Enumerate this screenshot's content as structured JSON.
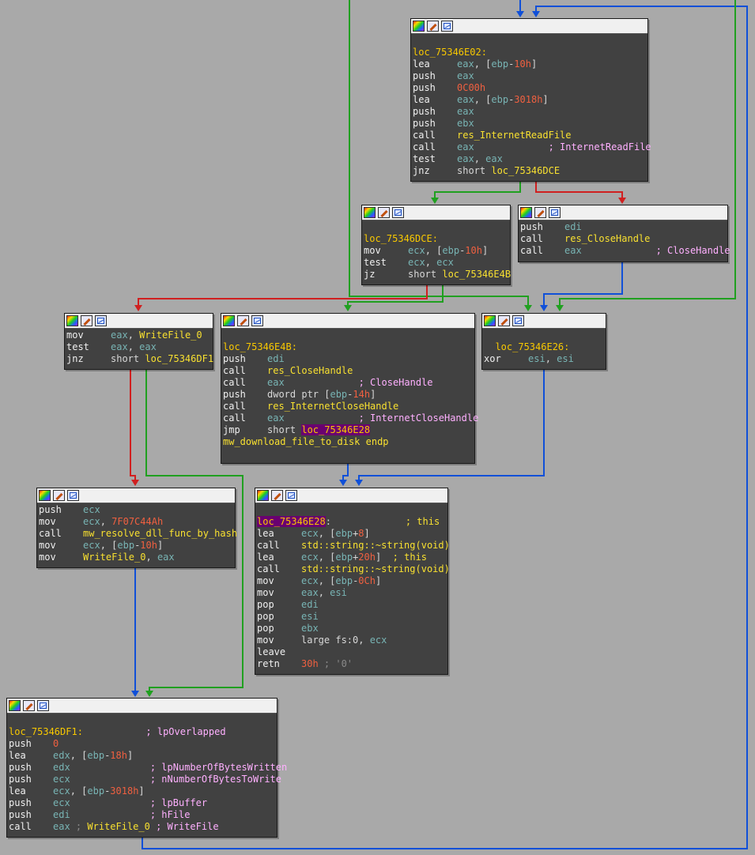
{
  "nodes": {
    "n1": {
      "lines": [
        {
          "t": ""
        },
        {
          "t": "loc_75346E02:",
          "k": "lbl"
        },
        {
          "m": "lea",
          "o": [
            [
              "eax",
              "reg"
            ],
            [
              ", [",
              ""
            ],
            [
              "ebp",
              "reg"
            ],
            [
              "-",
              ""
            ],
            [
              "10h",
              "num"
            ],
            [
              "]",
              ""
            ]
          ]
        },
        {
          "m": "push",
          "o": [
            [
              "eax",
              "reg"
            ]
          ]
        },
        {
          "m": "push",
          "o": [
            [
              "0C00h",
              "num"
            ]
          ]
        },
        {
          "m": "lea",
          "o": [
            [
              "eax",
              "reg"
            ],
            [
              ", [",
              ""
            ],
            [
              "ebp",
              "reg"
            ],
            [
              "-",
              ""
            ],
            [
              "3018h",
              "num"
            ],
            [
              "]",
              ""
            ]
          ]
        },
        {
          "m": "push",
          "o": [
            [
              "eax",
              "reg"
            ]
          ]
        },
        {
          "m": "push",
          "o": [
            [
              "ebx",
              "reg"
            ]
          ]
        },
        {
          "m": "call",
          "o": [
            [
              "res_InternetReadFile",
              "fn"
            ]
          ]
        },
        {
          "m": "call",
          "o": [
            [
              "eax",
              "reg"
            ],
            [
              "             ",
              ""
            ],
            [
              "; InternetReadFile",
              "cm"
            ]
          ]
        },
        {
          "m": "test",
          "o": [
            [
              "eax",
              "reg"
            ],
            [
              ", ",
              ""
            ],
            [
              "eax",
              "reg"
            ]
          ]
        },
        {
          "m": "jnz",
          "o": [
            [
              "short ",
              ""
            ],
            [
              "loc_75346DCE",
              "fn"
            ]
          ]
        }
      ]
    },
    "n2": {
      "lines": [
        {
          "t": ""
        },
        {
          "t": "loc_75346DCE:",
          "k": "lbl"
        },
        {
          "m": "mov",
          "o": [
            [
              "ecx",
              "reg"
            ],
            [
              ", [",
              ""
            ],
            [
              "ebp",
              "reg"
            ],
            [
              "-",
              ""
            ],
            [
              "10h",
              "num"
            ],
            [
              "]",
              ""
            ]
          ]
        },
        {
          "m": "test",
          "o": [
            [
              "ecx",
              "reg"
            ],
            [
              ", ",
              ""
            ],
            [
              "ecx",
              "reg"
            ]
          ]
        },
        {
          "m": "jz",
          "o": [
            [
              "short ",
              ""
            ],
            [
              "loc_75346E4B",
              "fn"
            ]
          ]
        }
      ]
    },
    "n3": {
      "lines": [
        {
          "m": "push",
          "o": [
            [
              "edi",
              "reg"
            ]
          ]
        },
        {
          "m": "call",
          "o": [
            [
              "res_CloseHandle",
              "fn"
            ]
          ]
        },
        {
          "m": "call",
          "o": [
            [
              "eax",
              "reg"
            ],
            [
              "             ",
              ""
            ],
            [
              "; CloseHandle",
              "cm"
            ]
          ]
        }
      ]
    },
    "n4": {
      "lines": [
        {
          "m": "mov",
          "o": [
            [
              "eax",
              "reg"
            ],
            [
              ", ",
              ""
            ],
            [
              "WriteFile_0",
              "fn"
            ]
          ]
        },
        {
          "m": "test",
          "o": [
            [
              "eax",
              "reg"
            ],
            [
              ", ",
              ""
            ],
            [
              "eax",
              "reg"
            ]
          ]
        },
        {
          "m": "jnz",
          "o": [
            [
              "short ",
              ""
            ],
            [
              "loc_75346DF1",
              "fn"
            ]
          ]
        }
      ]
    },
    "n5": {
      "lines": [
        {
          "t": ""
        },
        {
          "t": "loc_75346E4B:",
          "k": "lbl"
        },
        {
          "m": "push",
          "o": [
            [
              "edi",
              "reg"
            ]
          ]
        },
        {
          "m": "call",
          "o": [
            [
              "res_CloseHandle",
              "fn"
            ]
          ]
        },
        {
          "m": "call",
          "o": [
            [
              "eax",
              "reg"
            ],
            [
              "             ",
              ""
            ],
            [
              "; CloseHandle",
              "cm"
            ]
          ]
        },
        {
          "m": "push",
          "o": [
            [
              "dword ptr [",
              ""
            ],
            [
              "ebp",
              "reg"
            ],
            [
              "-",
              ""
            ],
            [
              "14h",
              "num"
            ],
            [
              "]",
              ""
            ]
          ]
        },
        {
          "m": "call",
          "o": [
            [
              "res_InternetCloseHandle",
              "fn"
            ]
          ]
        },
        {
          "m": "call",
          "o": [
            [
              "eax",
              "reg"
            ],
            [
              "             ",
              ""
            ],
            [
              "; InternetCloseHandle",
              "cm"
            ]
          ]
        },
        {
          "m": "jmp",
          "o": [
            [
              "short ",
              ""
            ],
            [
              "loc_75346E28",
              "hl"
            ]
          ]
        },
        {
          "t": "mw_download_file_to_disk endp",
          "k": "ep"
        }
      ]
    },
    "n6": {
      "lines": [
        {
          "t": ""
        },
        {
          "t": "  loc_75346E26:",
          "k": "lbl"
        },
        {
          "m": "xor",
          "o": [
            [
              "esi",
              "reg"
            ],
            [
              ", ",
              ""
            ],
            [
              "esi",
              "reg"
            ]
          ]
        }
      ]
    },
    "n7": {
      "lines": [
        {
          "m": "push",
          "o": [
            [
              "ecx",
              "reg"
            ]
          ]
        },
        {
          "m": "mov",
          "o": [
            [
              "ecx",
              "reg"
            ],
            [
              ", ",
              ""
            ],
            [
              "7F07C44Ah",
              "num"
            ]
          ]
        },
        {
          "m": "call",
          "o": [
            [
              "mw_resolve_dll_func_by_hash",
              "fn"
            ]
          ]
        },
        {
          "m": "mov",
          "o": [
            [
              "ecx",
              "reg"
            ],
            [
              ", [",
              ""
            ],
            [
              "ebp",
              "reg"
            ],
            [
              "-",
              ""
            ],
            [
              "10h",
              "num"
            ],
            [
              "]",
              ""
            ]
          ]
        },
        {
          "m": "mov",
          "o": [
            [
              "WriteFile_0",
              "fn"
            ],
            [
              ", ",
              ""
            ],
            [
              "eax",
              "reg"
            ]
          ]
        }
      ]
    },
    "n8": {
      "lines": [
        {
          "t": ""
        },
        {
          "seg": [
            [
              "loc_75346E28",
              "hl"
            ],
            [
              ":             ",
              ""
            ],
            [
              "; this",
              "fn"
            ]
          ]
        },
        {
          "m": "lea",
          "o": [
            [
              "ecx",
              "reg"
            ],
            [
              ", [",
              ""
            ],
            [
              "ebp",
              "reg"
            ],
            [
              "+",
              ""
            ],
            [
              "8",
              "num"
            ],
            [
              "]",
              ""
            ]
          ]
        },
        {
          "m": "call",
          "o": [
            [
              "std::string::~string(void)",
              "fn"
            ]
          ]
        },
        {
          "m": "lea",
          "o": [
            [
              "ecx",
              "reg"
            ],
            [
              ", [",
              ""
            ],
            [
              "ebp",
              "reg"
            ],
            [
              "+",
              ""
            ],
            [
              "20h",
              "num"
            ],
            [
              "]  ",
              ""
            ],
            [
              "; this",
              "fn"
            ]
          ]
        },
        {
          "m": "call",
          "o": [
            [
              "std::string::~string(void)",
              "fn"
            ]
          ]
        },
        {
          "m": "mov",
          "o": [
            [
              "ecx",
              "reg"
            ],
            [
              ", [",
              ""
            ],
            [
              "ebp",
              "reg"
            ],
            [
              "-",
              ""
            ],
            [
              "0Ch",
              "num"
            ],
            [
              "]",
              ""
            ]
          ]
        },
        {
          "m": "mov",
          "o": [
            [
              "eax",
              "reg"
            ],
            [
              ", ",
              ""
            ],
            [
              "esi",
              "reg"
            ]
          ]
        },
        {
          "m": "pop",
          "o": [
            [
              "edi",
              "reg"
            ]
          ]
        },
        {
          "m": "pop",
          "o": [
            [
              "esi",
              "reg"
            ]
          ]
        },
        {
          "m": "pop",
          "o": [
            [
              "ebx",
              "reg"
            ]
          ]
        },
        {
          "m": "mov",
          "o": [
            [
              "large fs:0, ",
              ""
            ],
            [
              "ecx",
              "reg"
            ]
          ]
        },
        {
          "m": "leave",
          "o": []
        },
        {
          "m": "retn",
          "o": [
            [
              "30h",
              "num"
            ],
            [
              " ; '0'",
              "gr"
            ]
          ]
        }
      ]
    },
    "n9": {
      "lines": [
        {
          "t": ""
        },
        {
          "seg": [
            [
              "loc_75346DF1:",
              "lbl"
            ],
            [
              "           ",
              ""
            ],
            [
              "; lpOverlapped",
              "cm"
            ]
          ]
        },
        {
          "m": "push",
          "o": [
            [
              "0",
              "num"
            ]
          ]
        },
        {
          "m": "lea",
          "o": [
            [
              "edx",
              "reg"
            ],
            [
              ", [",
              ""
            ],
            [
              "ebp",
              "reg"
            ],
            [
              "-",
              ""
            ],
            [
              "18h",
              "num"
            ],
            [
              "]",
              ""
            ]
          ]
        },
        {
          "m": "push",
          "o": [
            [
              "edx",
              "reg"
            ],
            [
              "              ",
              ""
            ],
            [
              "; lpNumberOfBytesWritten",
              "cm"
            ]
          ]
        },
        {
          "m": "push",
          "o": [
            [
              "ecx",
              "reg"
            ],
            [
              "              ",
              ""
            ],
            [
              "; nNumberOfBytesToWrite",
              "cm"
            ]
          ]
        },
        {
          "m": "lea",
          "o": [
            [
              "ecx",
              "reg"
            ],
            [
              ", [",
              ""
            ],
            [
              "ebp",
              "reg"
            ],
            [
              "-",
              ""
            ],
            [
              "3018h",
              "num"
            ],
            [
              "]",
              ""
            ]
          ]
        },
        {
          "m": "push",
          "o": [
            [
              "ecx",
              "reg"
            ],
            [
              "              ",
              ""
            ],
            [
              "; lpBuffer",
              "cm"
            ]
          ]
        },
        {
          "m": "push",
          "o": [
            [
              "edi",
              "reg"
            ],
            [
              "              ",
              ""
            ],
            [
              "; hFile",
              "cm"
            ]
          ]
        },
        {
          "m": "call",
          "o": [
            [
              "eax",
              "reg"
            ],
            [
              " ; ",
              "gr"
            ],
            [
              "WriteFile_0",
              "fn"
            ],
            [
              " ; WriteFile",
              "cm"
            ]
          ]
        }
      ]
    }
  }
}
